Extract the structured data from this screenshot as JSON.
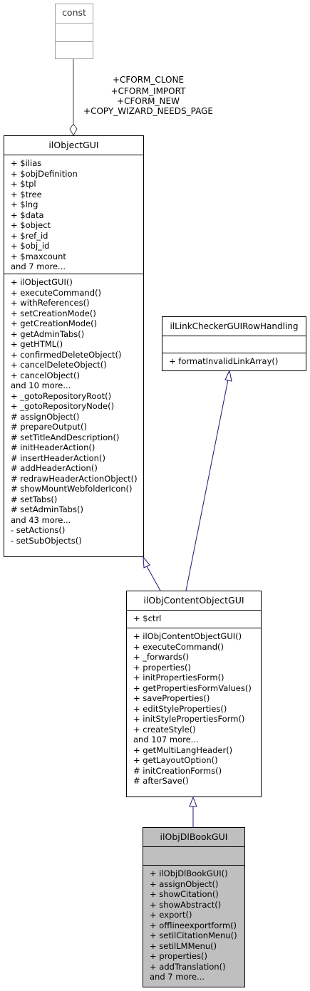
{
  "const_class": {
    "name": "const"
  },
  "edge_labels": [
    "+CFORM_CLONE",
    "+CFORM_IMPORT",
    "+CFORM_NEW",
    "+COPY_WIZARD_NEEDS_PAGE"
  ],
  "ilObjectGUI": {
    "name": "ilObjectGUI",
    "attributes": [
      "+ $ilias",
      "+ $objDefinition",
      "+ $tpl",
      "+ $tree",
      "+ $lng",
      "+ $data",
      "+ $object",
      "+ $ref_id",
      "+ $obj_id",
      "+ $maxcount",
      "and 7 more..."
    ],
    "operations": [
      "+ ilObjectGUI()",
      "+ executeCommand()",
      "+ withReferences()",
      "+ setCreationMode()",
      "+ getCreationMode()",
      "+ getAdminTabs()",
      "+ getHTML()",
      "+ confirmedDeleteObject()",
      "+ cancelDeleteObject()",
      "+ cancelObject()",
      "and 10 more...",
      "+ _gotoRepositoryRoot()",
      "+ _gotoRepositoryNode()",
      "# assignObject()",
      "# prepareOutput()",
      "# setTitleAndDescription()",
      "# initHeaderAction()",
      "# insertHeaderAction()",
      "# addHeaderAction()",
      "# redrawHeaderActionObject()",
      "# showMountWebfolderIcon()",
      "# setTabs()",
      "# setAdminTabs()",
      "and 43 more...",
      "- setActions()",
      "- setSubObjects()"
    ]
  },
  "ilLinkCheckerGUIRowHandling": {
    "name": "ilLinkCheckerGUIRowHandling",
    "attributes": [],
    "operations": [
      "+ formatInvalidLinkArray()"
    ]
  },
  "ilObjContentObjectGUI": {
    "name": "ilObjContentObjectGUI",
    "attributes": [
      "+ $ctrl"
    ],
    "operations": [
      "+ ilObjContentObjectGUI()",
      "+ executeCommand()",
      "+ _forwards()",
      "+ properties()",
      "+ initPropertiesForm()",
      "+ getPropertiesFormValues()",
      "+ saveProperties()",
      "+ editStyleProperties()",
      "+ initStylePropertiesForm()",
      "+ createStyle()",
      "and 107 more...",
      "+ getMultiLangHeader()",
      "+ getLayoutOption()",
      "# initCreationForms()",
      "# afterSave()"
    ]
  },
  "ilObjDlBookGUI": {
    "name": "ilObjDlBookGUI",
    "attributes": [],
    "operations": [
      "+ ilObjDlBookGUI()",
      "+ assignObject()",
      "+ showCitation()",
      "+ showAbstract()",
      "+ export()",
      "+ offlineexportform()",
      "+ setilCitationMenu()",
      "+ setilLMMenu()",
      "+ properties()",
      "+ addTranslation()",
      "and 7 more..."
    ]
  }
}
